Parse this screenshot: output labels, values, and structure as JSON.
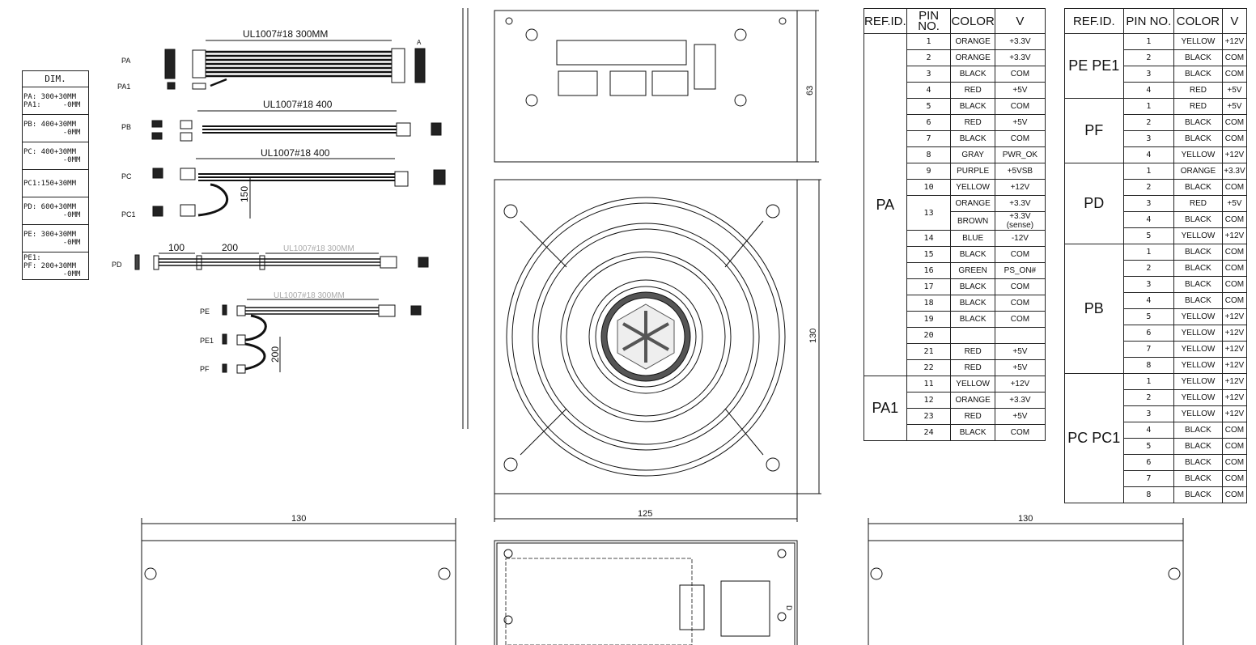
{
  "dim_table": {
    "header": "DIM.",
    "rows": [
      {
        "line1": "PA: 300+30MM",
        "line2": "PA1:     -0MM"
      },
      {
        "line1": "PB: 400+30MM",
        "line2": "         -0MM"
      },
      {
        "line1": "PC: 400+30MM",
        "line2": "         -0MM"
      },
      {
        "line1": "PC1:150+30MM",
        "line2": ""
      },
      {
        "line1": "PD: 600+30MM",
        "line2": "         -0MM"
      },
      {
        "line1": "PE: 300+30MM",
        "line2": "         -0MM"
      },
      {
        "line1": "PE1:",
        "line2": "PF: 200+30MM",
        "line3": "         -0MM"
      }
    ]
  },
  "cables": {
    "pa": {
      "label": "PA",
      "length": "UL1007#18  300MM",
      "end": "A"
    },
    "pa1": {
      "label": "PA1"
    },
    "pb": {
      "label": "PB",
      "length": "UL1007#18  400"
    },
    "pc": {
      "label": "PC",
      "length": "UL1007#18  400",
      "branch": "150"
    },
    "pc1": {
      "label": "PC1"
    },
    "pd": {
      "label": "PD",
      "seg1": "100",
      "seg2": "200",
      "length": "UL1007#18  300MM"
    },
    "pe": {
      "label": "PE",
      "length": "UL1007#18  300MM"
    },
    "pe1": {
      "label": "PE1",
      "branch": "200"
    },
    "pf": {
      "label": "PF"
    }
  },
  "psu_views": {
    "top_height": "63",
    "fan_height": "130",
    "fan_width": "125",
    "side_left_width": "130",
    "side_right_width": "130",
    "back_panel_mark": "D"
  },
  "table_left": {
    "headers": [
      "REF.ID.",
      "PIN NO.",
      "COLOR",
      "V"
    ],
    "groups": [
      {
        "ref": "PA",
        "rows": [
          [
            "1",
            "ORANGE",
            "+3.3V"
          ],
          [
            "2",
            "ORANGE",
            "+3.3V"
          ],
          [
            "3",
            "BLACK",
            "COM"
          ],
          [
            "4",
            "RED",
            "+5V"
          ],
          [
            "5",
            "BLACK",
            "COM"
          ],
          [
            "6",
            "RED",
            "+5V"
          ],
          [
            "7",
            "BLACK",
            "COM"
          ],
          [
            "8",
            "GRAY",
            "PWR_OK"
          ],
          [
            "9",
            "PURPLE",
            "+5VSB"
          ],
          [
            "10",
            "YELLOW",
            "+12V"
          ],
          [
            "13",
            "ORANGE",
            "+3.3V"
          ],
          [
            "",
            "BROWN",
            "+3.3V (sense)"
          ],
          [
            "14",
            "BLUE",
            "-12V"
          ],
          [
            "15",
            "BLACK",
            "COM"
          ],
          [
            "16",
            "GREEN",
            "PS_ON#"
          ],
          [
            "17",
            "BLACK",
            "COM"
          ],
          [
            "18",
            "BLACK",
            "COM"
          ],
          [
            "19",
            "BLACK",
            "COM"
          ],
          [
            "20",
            "",
            ""
          ],
          [
            "21",
            "RED",
            "+5V"
          ],
          [
            "22",
            "RED",
            "+5V"
          ]
        ]
      },
      {
        "ref": "PA1",
        "rows": [
          [
            "11",
            "YELLOW",
            "+12V"
          ],
          [
            "12",
            "ORANGE",
            "+3.3V"
          ],
          [
            "23",
            "RED",
            "+5V"
          ],
          [
            "24",
            "BLACK",
            "COM"
          ]
        ]
      }
    ]
  },
  "table_right": {
    "headers": [
      "REF.ID.",
      "PIN NO.",
      "COLOR",
      "V"
    ],
    "groups": [
      {
        "ref": "PE PE1",
        "rows": [
          [
            "1",
            "YELLOW",
            "+12V"
          ],
          [
            "2",
            "BLACK",
            "COM"
          ],
          [
            "3",
            "BLACK",
            "COM"
          ],
          [
            "4",
            "RED",
            "+5V"
          ]
        ]
      },
      {
        "ref": "PF",
        "rows": [
          [
            "1",
            "RED",
            "+5V"
          ],
          [
            "2",
            "BLACK",
            "COM"
          ],
          [
            "3",
            "BLACK",
            "COM"
          ],
          [
            "4",
            "YELLOW",
            "+12V"
          ]
        ]
      },
      {
        "ref": "PD",
        "rows": [
          [
            "1",
            "ORANGE",
            "+3.3V"
          ],
          [
            "2",
            "BLACK",
            "COM"
          ],
          [
            "3",
            "RED",
            "+5V"
          ],
          [
            "4",
            "BLACK",
            "COM"
          ],
          [
            "5",
            "YELLOW",
            "+12V"
          ]
        ]
      },
      {
        "ref": "PB",
        "rows": [
          [
            "1",
            "BLACK",
            "COM"
          ],
          [
            "2",
            "BLACK",
            "COM"
          ],
          [
            "3",
            "BLACK",
            "COM"
          ],
          [
            "4",
            "BLACK",
            "COM"
          ],
          [
            "5",
            "YELLOW",
            "+12V"
          ],
          [
            "6",
            "YELLOW",
            "+12V"
          ],
          [
            "7",
            "YELLOW",
            "+12V"
          ],
          [
            "8",
            "YELLOW",
            "+12V"
          ]
        ]
      },
      {
        "ref": "PC PC1",
        "rows": [
          [
            "1",
            "YELLOW",
            "+12V"
          ],
          [
            "2",
            "YELLOW",
            "+12V"
          ],
          [
            "3",
            "YELLOW",
            "+12V"
          ],
          [
            "4",
            "BLACK",
            "COM"
          ],
          [
            "5",
            "BLACK",
            "COM"
          ],
          [
            "6",
            "BLACK",
            "COM"
          ],
          [
            "7",
            "BLACK",
            "COM"
          ],
          [
            "8",
            "BLACK",
            "COM"
          ]
        ]
      }
    ]
  }
}
